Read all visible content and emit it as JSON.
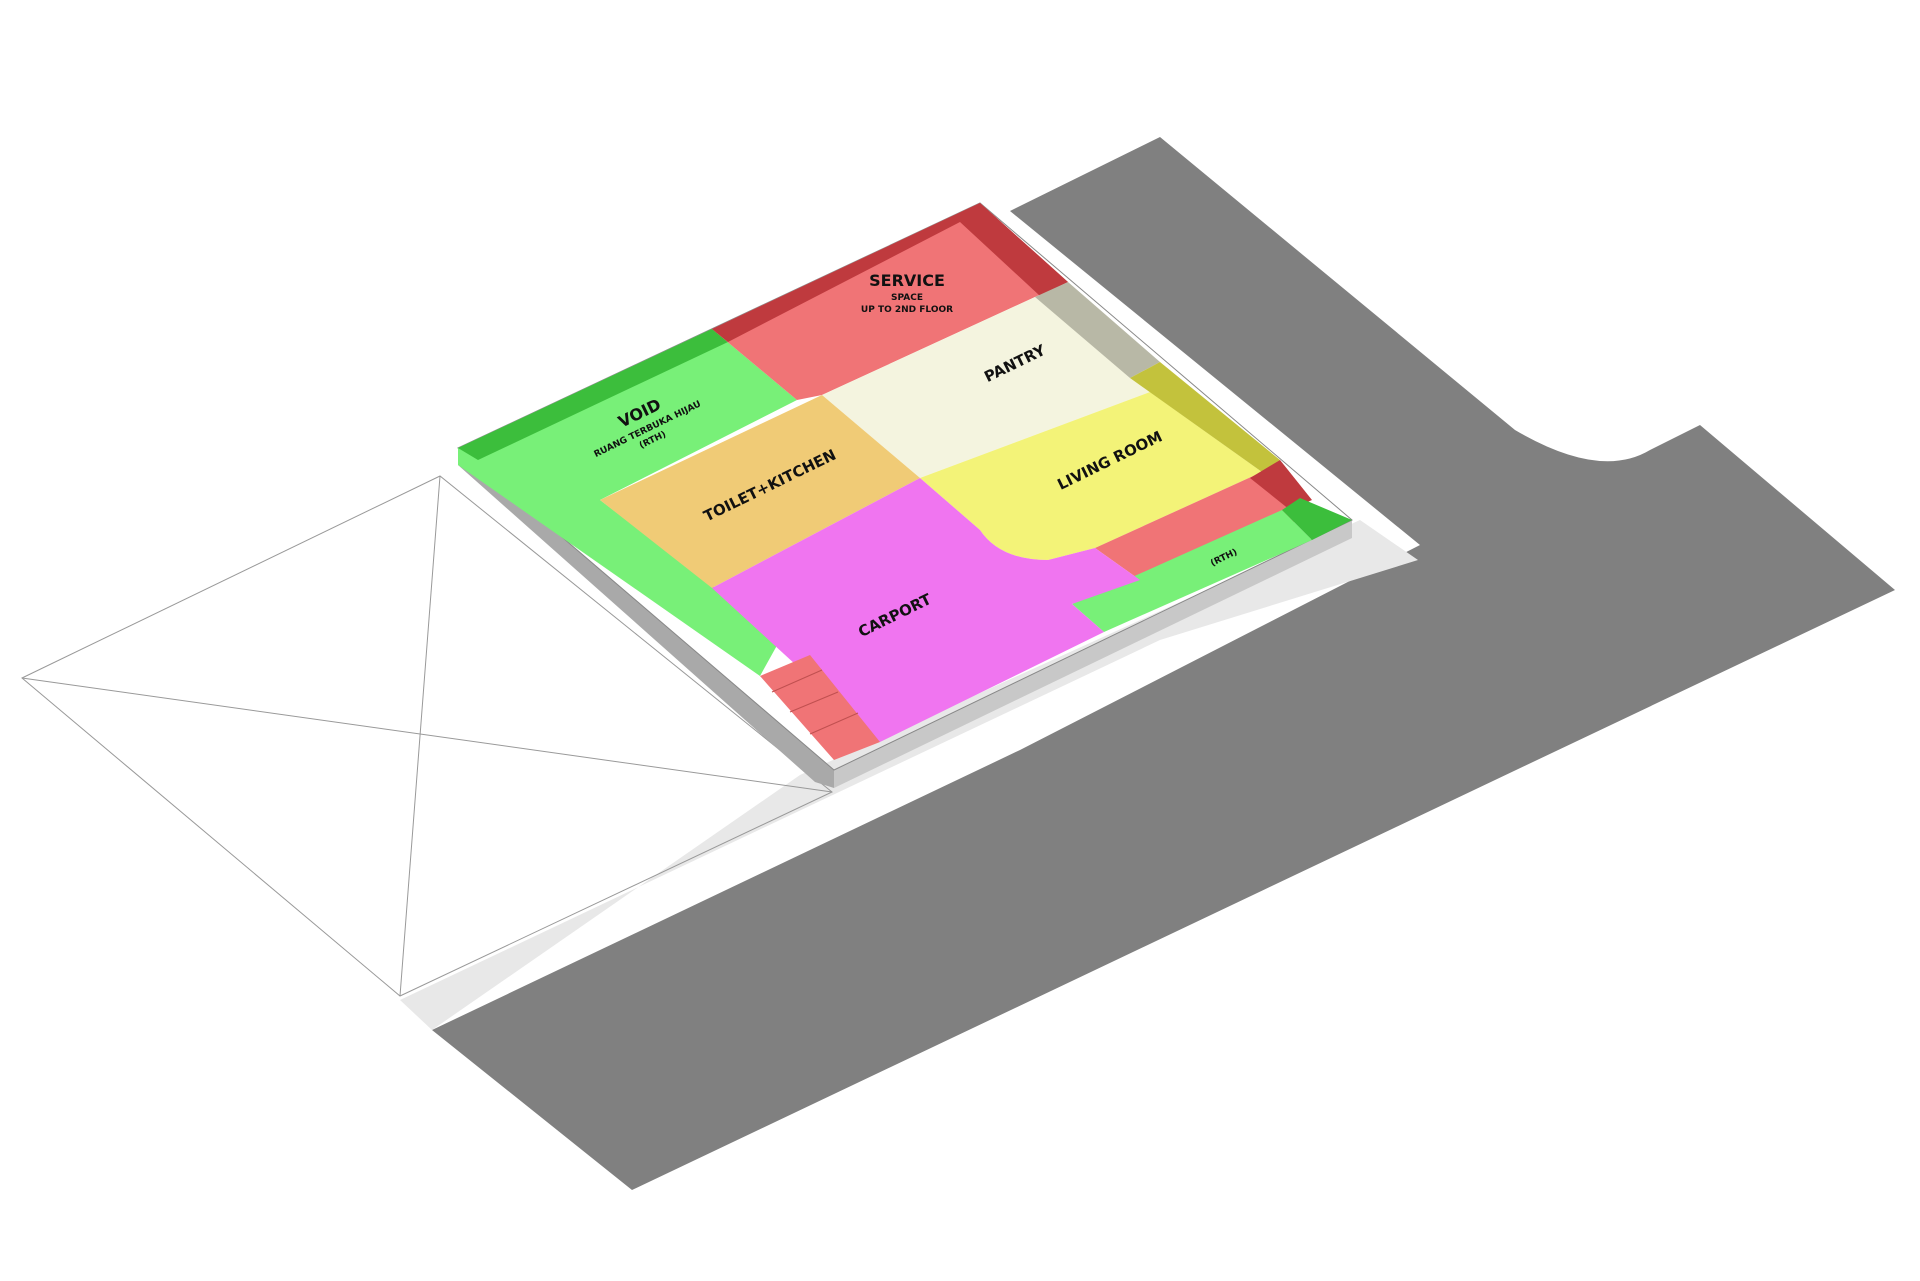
{
  "colors": {
    "road": "#808080",
    "sidewalk": "#e8e8e8",
    "plinth_side": "#c8c8c8",
    "plinth_side_dark": "#a9a9a9",
    "outline": "#888888",
    "void_green": "#78f078",
    "rth_dark_green": "#3cbe3c",
    "service_red": "#f07476",
    "service_dark_red": "#bf3a3e",
    "pantry": "#f4f4df",
    "living": "#f3f378",
    "living_dark": "#c3c23c",
    "kitchen": "#f0cb76",
    "carport": "#f075f0",
    "rth_light": "#78f078"
  },
  "labels": {
    "void_title": "VOID",
    "void_sub1": "RUANG TERBUKA HIJAU",
    "void_sub2": "(RTH)",
    "service_title": "SERVICE",
    "service_sub1": "SPACE",
    "service_sub2": "UP TO 2ND FLOOR",
    "pantry": "PANTRY",
    "living": "LIVING ROOM",
    "kitchen": "TOILET+KITCHEN",
    "carport": "CARPORT",
    "rth": "(RTH)"
  }
}
